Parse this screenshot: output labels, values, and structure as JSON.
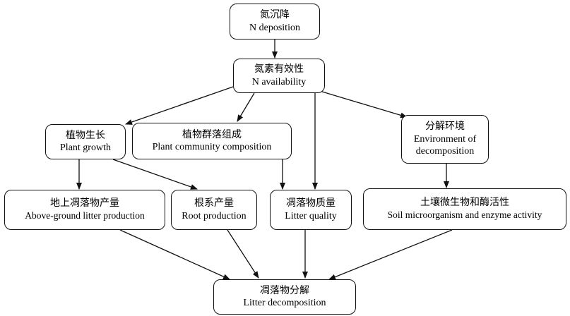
{
  "nodes": {
    "n_deposition": {
      "zh": "氮沉降",
      "en": "N deposition"
    },
    "n_availability": {
      "zh": "氮素有效性",
      "en": "N availability"
    },
    "plant_growth": {
      "zh": "植物生长",
      "en": "Plant growth"
    },
    "plant_community": {
      "zh": "植物群落组成",
      "en": "Plant community composition"
    },
    "decomp_env": {
      "zh": "分解环境",
      "en_1": "Environment of",
      "en_2": "decomposition"
    },
    "above_litter": {
      "zh": "地上凋落物产量",
      "en": "Above-ground litter production"
    },
    "root_production": {
      "zh": "根系产量",
      "en": "Root production"
    },
    "litter_quality": {
      "zh": "凋落物质量",
      "en": "Litter quality"
    },
    "soil_micro": {
      "zh": "土壤微生物和酶活性",
      "en": "Soil microorganism and enzyme activity"
    },
    "litter_decomp": {
      "zh": "凋落物分解",
      "en": "Litter decomposition"
    }
  },
  "colors": {
    "stroke": "#111111",
    "text": "#000000",
    "background": "#ffffff"
  }
}
